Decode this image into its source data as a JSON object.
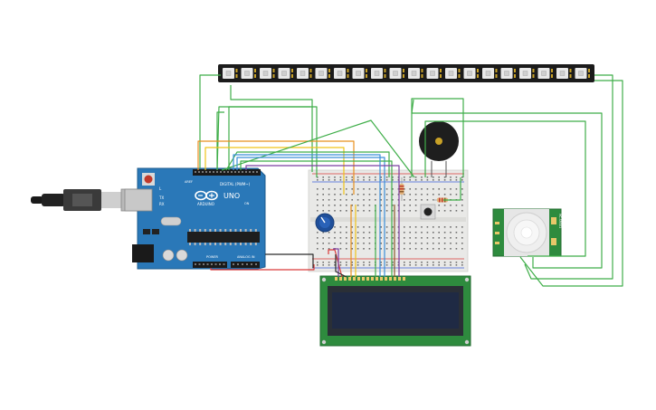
{
  "arduino": {
    "brand": "ARDUINO",
    "model": "UNO",
    "digital_label": "DIGITAL (PWM~)",
    "power_label": "POWER",
    "analog_label": "ANALOG IN",
    "aref_label": "AREF",
    "gnd_label": "GND",
    "tx_label": "TX",
    "rx_label": "RX",
    "on_label": "ON",
    "l_label": "L"
  },
  "pir": {
    "side_label": "HC-SR501"
  },
  "led_strip": {
    "pixel_count": 20
  },
  "colors": {
    "arduino_board": "#2a78b8",
    "breadboard": "#e9e9e7",
    "wire_green": "#3fae49",
    "wire_red": "#d93a3a",
    "wire_orange": "#e8901f",
    "wire_yellow": "#f0c419",
    "wire_blue": "#3a8fd8",
    "wire_purple": "#7b3fa0",
    "wire_black": "#2b2b2b",
    "wire_brown": "#8a5a2b",
    "lcd_board": "#2e8b3e",
    "lcd_screen": "#1f2a44",
    "pir_board": "#2e8b3e",
    "strip_base": "#1b1b1b"
  }
}
